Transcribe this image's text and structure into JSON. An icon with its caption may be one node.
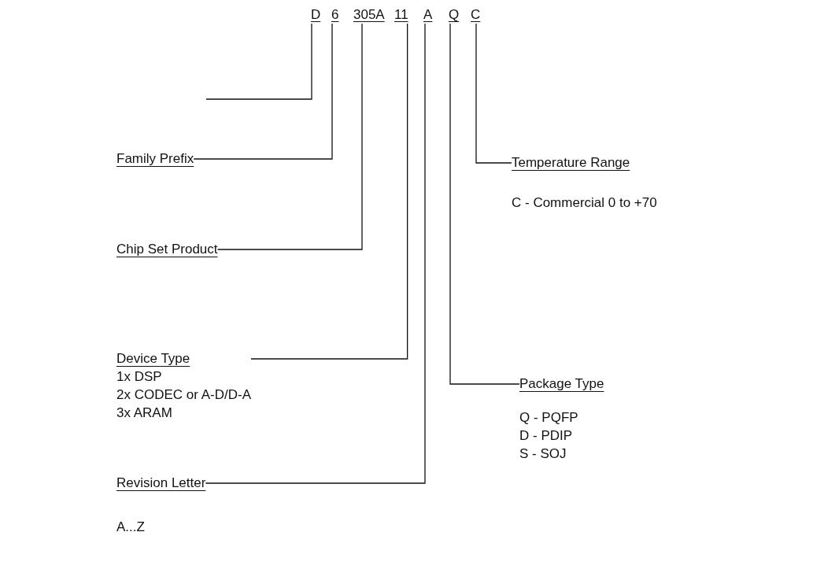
{
  "diagram": {
    "nodes": [
      {
        "text": [
          "D"
        ]
      },
      {
        "text": [
          "6"
        ]
      },
      {
        "text": [
          "305A"
        ]
      },
      {
        "text": [
          "11"
        ]
      },
      {
        "text": [
          "A"
        ]
      },
      {
        "text": [
          "Q"
        ]
      },
      {
        "text": [
          "C"
        ]
      },
      {
        "text": [
          "Family Prefix"
        ]
      },
      {
        "text": [
          "Chip Set Product"
        ]
      },
      {
        "text": [
          "Device Type",
          "1x DSP",
          "2x CODEC or A-D/D-A",
          "3x ARAM"
        ]
      },
      {
        "text": [
          "Revision Letter",
          "A...Z"
        ]
      },
      {
        "text": [
          "Temperature Range",
          "C - Commercial 0 to +70"
        ]
      },
      {
        "text": [
          "Package Type",
          "Q - PQFP",
          "D - PDIP",
          "S - SOJ"
        ]
      }
    ],
    "edges": [
      {
        "from": 0,
        "to": null,
        "arrow": "none"
      },
      {
        "from": 1,
        "to": 7,
        "arrow": "none"
      },
      {
        "from": 2,
        "to": 8,
        "arrow": "none"
      },
      {
        "from": 3,
        "to": 9,
        "arrow": "none"
      },
      {
        "from": 4,
        "to": 10,
        "arrow": "none"
      },
      {
        "from": 5,
        "to": 12,
        "arrow": "none"
      },
      {
        "from": 6,
        "to": 11,
        "arrow": "none"
      }
    ]
  }
}
